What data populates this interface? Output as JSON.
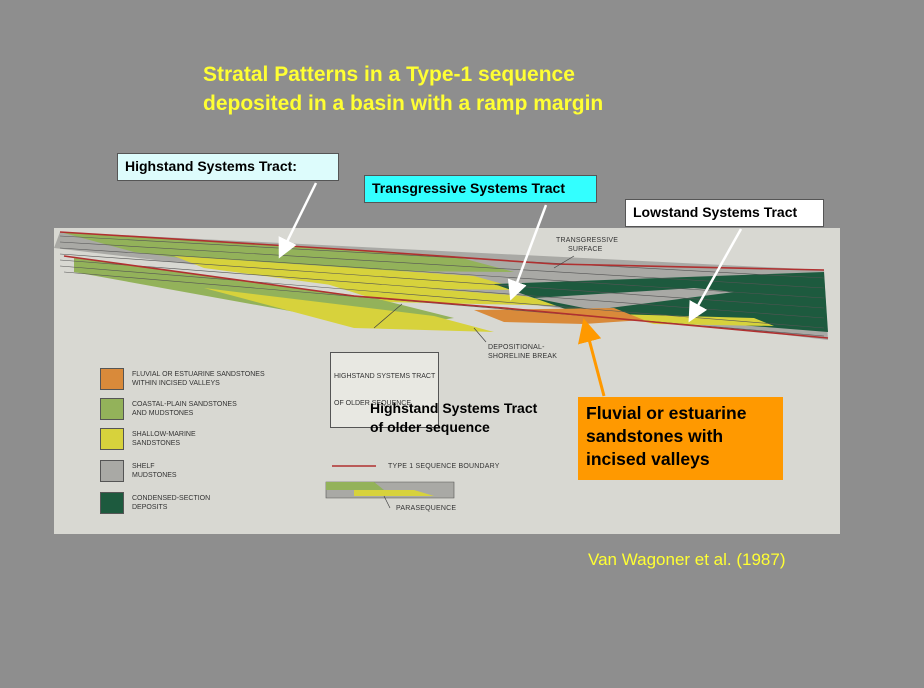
{
  "title": {
    "line1": "Stratal Patterns in a Type-1 sequence",
    "line2": "deposited in a basin with a ramp margin"
  },
  "callouts": {
    "highstand": "Highstand Systems Tract:",
    "transgressive": "Transgressive  Systems Tract",
    "lowstand": "Lowstand Systems Tract"
  },
  "diagram_labels": {
    "transgressive_surface_1": "TRANSGRESSIVE",
    "transgressive_surface_2": "SURFACE",
    "depositional_break_1": "DEPOSITIONAL-",
    "depositional_break_2": "SHORELINE BREAK",
    "hst_older_1": "HIGHSTAND SYSTEMS TRACT",
    "hst_older_2": "OF OLDER SEQUENCE",
    "type1_boundary": "TYPE 1 SEQUENCE BOUNDARY",
    "parasequence": "PARASEQUENCE"
  },
  "legend": [
    {
      "label": "FLUVIAL OR ESTUARINE SANDSTONES\nWITHIN INCISED VALLEYS",
      "color": "#d98a3a"
    },
    {
      "label": "COASTAL-PLAIN SANDSTONES\nAND MUDSTONES",
      "color": "#93b25a"
    },
    {
      "label": "SHALLOW-MARINE\nSANDSTONES",
      "color": "#d7d23c"
    },
    {
      "label": "SHELF\nMUDSTONES",
      "color": "#a9a9a5"
    },
    {
      "label": "CONDENSED-SECTION\nDEPOSITS",
      "color": "#1d5a3e"
    }
  ],
  "older_sequence": {
    "line1": "Highstand Systems Tract",
    "line2": "of older sequence"
  },
  "fluvial_box": {
    "line1": "Fluvial or estuarine",
    "line2": "sandstones with",
    "line3": "incised valleys",
    "color": "#ff9900"
  },
  "citation": "Van Wagoner et al. (1987)",
  "colors": {
    "background": "#8e8e8e",
    "title": "#ffff33",
    "boundary": "#b03030"
  }
}
